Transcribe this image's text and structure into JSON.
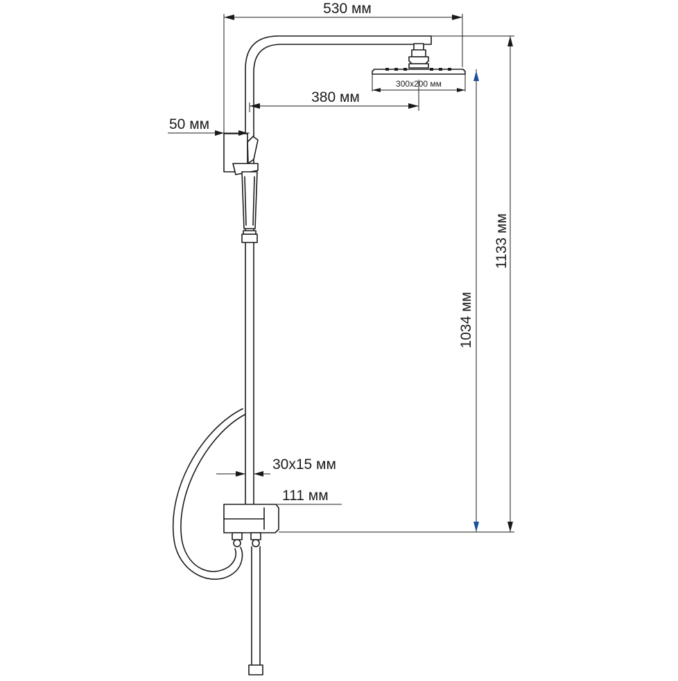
{
  "dimensions": {
    "overall_width": "530 мм",
    "arm_length": "380 мм",
    "wall_offset": "50 мм",
    "head_size": "300x200 мм",
    "total_height": "1133 мм",
    "mixer_height": "1034 мм",
    "rail_section": "30x15 мм",
    "mixer_width": "111 мм"
  },
  "colors": {
    "line": "#1a1a1a",
    "arrow_accent": "#1a4f9c",
    "background": "#ffffff"
  }
}
